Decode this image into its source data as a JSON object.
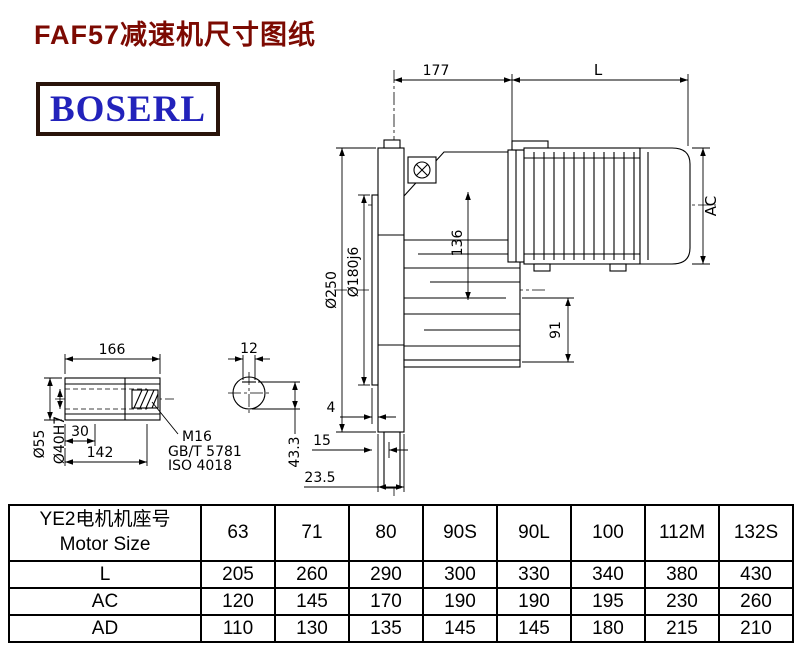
{
  "page": {
    "title": "FAF57减速机尺寸图纸",
    "logo": "BOSERL"
  },
  "dims": {
    "w177": "177",
    "L": "L",
    "AC": "AC",
    "flange_dia": "Ø250",
    "spigot_dia": "Ø180j6",
    "h136": "136",
    "h91": "91",
    "s4": "4",
    "s15": "15",
    "s23_5": "23.5",
    "k43_3": "43.3",
    "len166": "166",
    "w12": "12",
    "d55": "Ø55",
    "d40": "Ø40H7",
    "l30": "30",
    "l142": "142",
    "thread": "M16",
    "std_gb": "GB/T 5781",
    "std_iso": "ISO 4018"
  },
  "table": {
    "header_line1": "YE2电机机座号",
    "header_line2": "Motor Size",
    "columns": [
      "63",
      "71",
      "80",
      "90S",
      "90L",
      "100",
      "112M",
      "132S"
    ],
    "rows": [
      {
        "label": "L",
        "values": [
          "205",
          "260",
          "290",
          "300",
          "330",
          "340",
          "380",
          "430"
        ]
      },
      {
        "label": "AC",
        "values": [
          "120",
          "145",
          "170",
          "190",
          "190",
          "195",
          "230",
          "260"
        ]
      },
      {
        "label": "AD",
        "values": [
          "110",
          "130",
          "135",
          "145",
          "145",
          "180",
          "215",
          "210"
        ]
      }
    ]
  }
}
